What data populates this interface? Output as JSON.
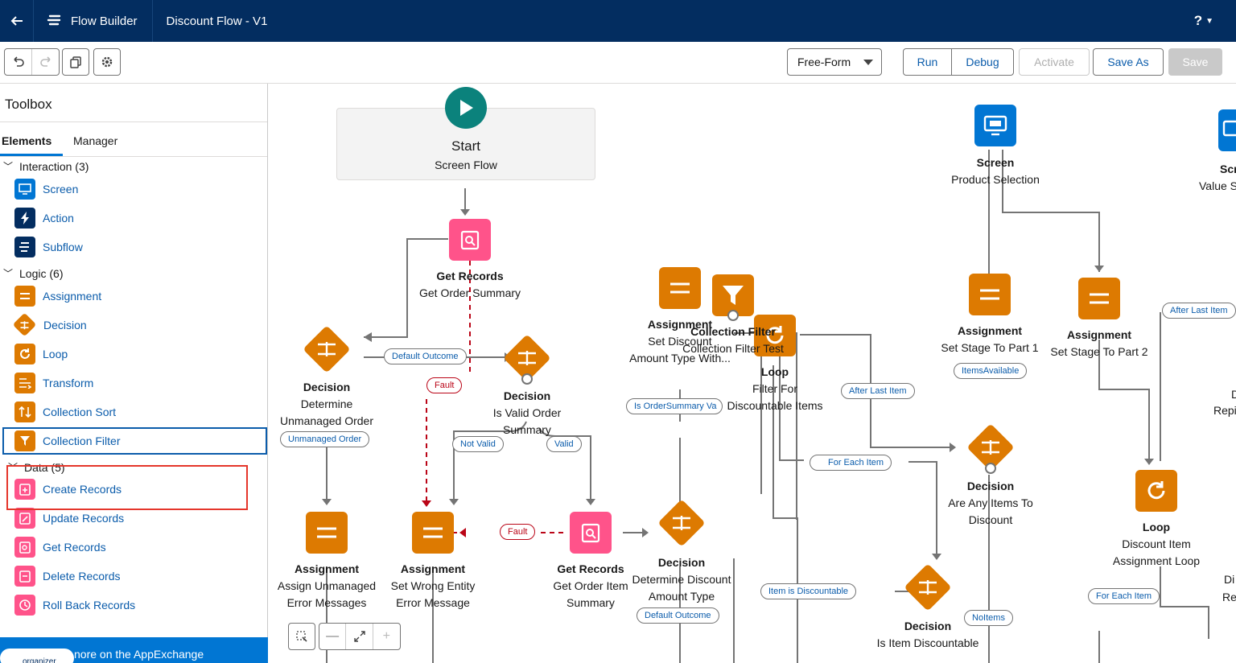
{
  "header": {
    "app_name": "Flow Builder",
    "flow_name": "Discount Flow - V1",
    "help": "?"
  },
  "toolbar": {
    "layout_mode": "Free-Form",
    "run": "Run",
    "debug": "Debug",
    "activate": "Activate",
    "save_as": "Save As",
    "save": "Save"
  },
  "toolbox": {
    "title": "Toolbox",
    "tabs": [
      "Elements",
      "Manager"
    ],
    "categories": [
      {
        "label": "Interaction (3)"
      },
      {
        "label": "Logic (6)"
      },
      {
        "label": "Data (5)"
      }
    ],
    "items": [
      {
        "label": "Screen",
        "color": "#0176d3",
        "icon": "screen-icon"
      },
      {
        "label": "Action",
        "color": "#032d60",
        "icon": "action-icon"
      },
      {
        "label": "Subflow",
        "color": "#032d60",
        "icon": "subflow-icon"
      },
      {
        "label": "Assignment",
        "color": "#dd7a01",
        "icon": "assignment-icon"
      },
      {
        "label": "Decision",
        "color": "#dd7a01",
        "icon": "decision-icon"
      },
      {
        "label": "Loop",
        "color": "#dd7a01",
        "icon": "loop-icon"
      },
      {
        "label": "Transform",
        "color": "#dd7a01",
        "icon": "transform-icon"
      },
      {
        "label": "Collection Sort",
        "color": "#dd7a01",
        "icon": "sort-icon"
      },
      {
        "label": "Collection Filter",
        "color": "#dd7a01",
        "icon": "filter-icon"
      },
      {
        "label": "Create Records",
        "color": "#ff538a",
        "icon": "create-records-icon"
      },
      {
        "label": "Update Records",
        "color": "#ff538a",
        "icon": "update-records-icon"
      },
      {
        "label": "Get Records",
        "color": "#ff538a",
        "icon": "get-records-icon"
      },
      {
        "label": "Delete Records",
        "color": "#ff538a",
        "icon": "delete-records-icon"
      },
      {
        "label": "Roll Back Records",
        "color": "#ff538a",
        "icon": "rollback-records-icon"
      }
    ],
    "appexchange": "nore on the AppExchange",
    "badge": "organizer"
  },
  "canvas": {
    "start": {
      "type": "Start",
      "name": "Screen Flow"
    },
    "nodes": [
      {
        "type": "Get Records",
        "name": "Get Order Summary"
      },
      {
        "type": "Decision",
        "name": "Determine",
        "name2": "Unmanaged Order"
      },
      {
        "type": "Decision",
        "name": "Is Valid Order",
        "name2": "Summary"
      },
      {
        "type": "Assignment",
        "name": "Assign Unmanaged",
        "name2": "Error Messages"
      },
      {
        "type": "Assignment",
        "name": "Set Wrong Entity",
        "name2": "Error Message"
      },
      {
        "type": "Get Records",
        "name": "Get Order Item",
        "name2": "Summary"
      },
      {
        "type": "Assignment",
        "name": "Set Discount",
        "name2": "Amount Type With..."
      },
      {
        "type": "Collection Filter",
        "name": "Collection Filter Test"
      },
      {
        "type": "Loop",
        "name": "Filter For",
        "name2": "Discountable Items"
      },
      {
        "type": "Decision",
        "name": "Determine Discount",
        "name2": "Amount Type"
      },
      {
        "type": "Screen",
        "name": "Product Selection"
      },
      {
        "type": "Assignment",
        "name": "Set Stage To Part 1"
      },
      {
        "type": "Assignment",
        "name": "Set Stage To Part 2"
      },
      {
        "type": "Decision",
        "name": "Are Any Items To",
        "name2": "Discount"
      },
      {
        "type": "Decision",
        "name": "Is Item Discountable"
      },
      {
        "type": "Loop",
        "name": "Discount Item",
        "name2": "Assignment Loop"
      },
      {
        "type": "Scr",
        "name": "Value S"
      }
    ],
    "connectors": [
      "Default Outcome",
      "Fault",
      "Unmanaged Order",
      "Not Valid",
      "Valid",
      "Fault",
      "Is OrderSummary Va",
      "After Last Item",
      "For Each Item",
      "ItemsAvailable",
      "After Last Item",
      "Item is Discountable",
      "Default Outcome",
      "NoItems",
      "For Each Item"
    ],
    "edge_labels": [
      "D",
      "Repi",
      "Di",
      "Re"
    ]
  }
}
